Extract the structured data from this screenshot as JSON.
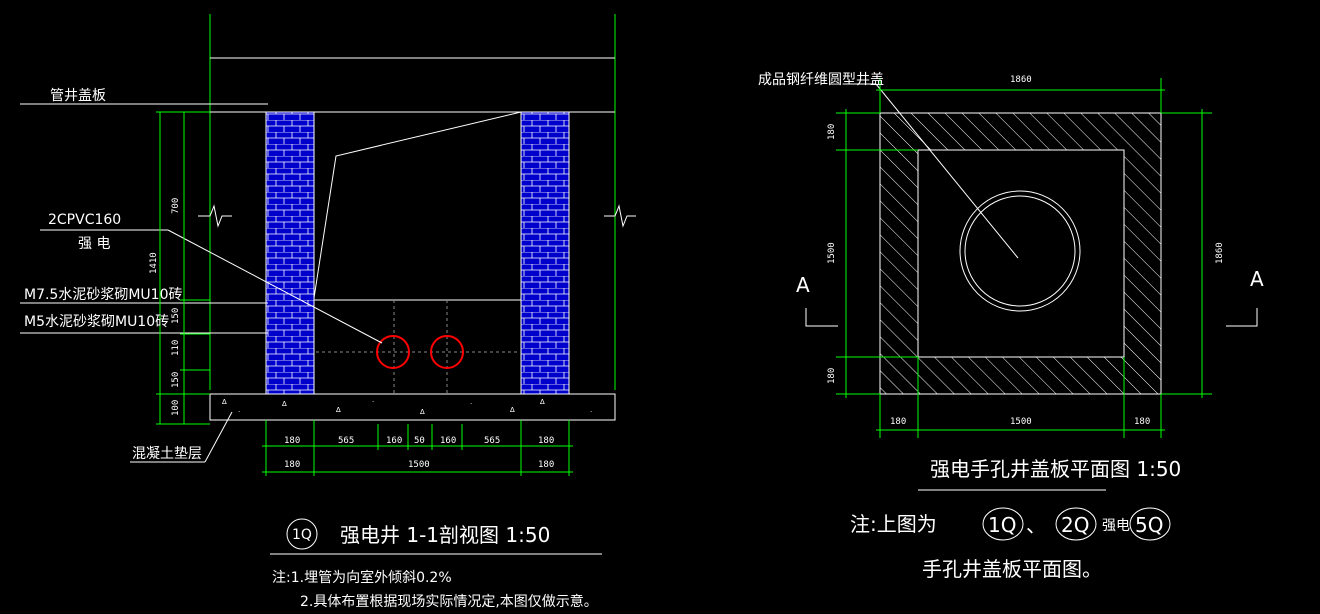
{
  "colors": {
    "background": "#000000",
    "line": "#ffffff",
    "dimension": "#00ff00",
    "brick": "#0000ff",
    "pipe": "#ff0000"
  },
  "section": {
    "title_number": "1Q",
    "title": "强电井 1-1剖视图 1:50",
    "label_cover": "管井盖板",
    "label_pipe": "2CPVC160",
    "label_power": "强 电",
    "label_mortar_1": "M7.5水泥砂浆砌MU10砖",
    "label_mortar_2": "M5水泥砂浆砌MU10砖",
    "label_concrete": "混凝土垫层",
    "vertical_dims": [
      "700",
      "1410",
      "150",
      "110",
      "150",
      "100"
    ],
    "bottom_dims_row1": [
      "180",
      "565",
      "160",
      "50",
      "160",
      "565",
      "180"
    ],
    "bottom_dims_row2": [
      "180",
      "1500",
      "180"
    ],
    "notes": [
      "注:1.埋管为向室外倾斜0.2%",
      "2.具体布置根据现场实际情况定,本图仅做示意。"
    ]
  },
  "plan": {
    "label_cover": "成品钢纤维圆型井盖",
    "dim_top": "1860",
    "dim_right": "1860",
    "dims_left": [
      "180",
      "1500",
      "180"
    ],
    "dims_bottom": [
      "180",
      "1500",
      "180"
    ],
    "section_mark_left": "A",
    "section_mark_right": "A",
    "title": "强电手孔井盖板平面图 1:50",
    "note_prefix": "注:上图为",
    "ref_1": "1Q",
    "separator": "、",
    "ref_2": "2Q",
    "ref_label": "强电",
    "ref_3": "5Q",
    "note_line2": "手孔井盖板平面图。"
  }
}
